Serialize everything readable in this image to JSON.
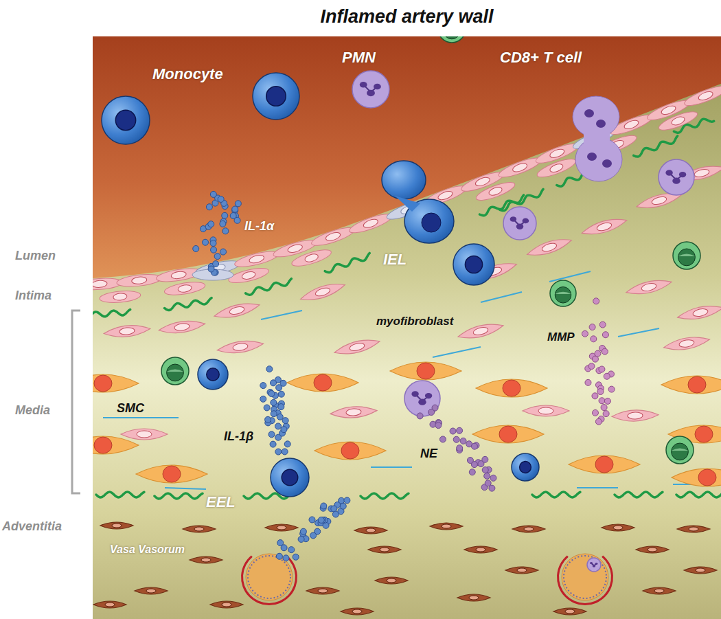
{
  "diagram": {
    "title": "Inflamed artery wall",
    "labels": [
      "Monocyte",
      "PMN",
      "CD8+ T cell",
      "IL-1α",
      "Lumen",
      "Intima",
      "IEL",
      "myofibroblast",
      "MMP",
      "Media",
      "SMC",
      "IL-1β",
      "NE",
      "EEL",
      "Adventitia",
      "Vasa Vasorum"
    ]
  }
}
